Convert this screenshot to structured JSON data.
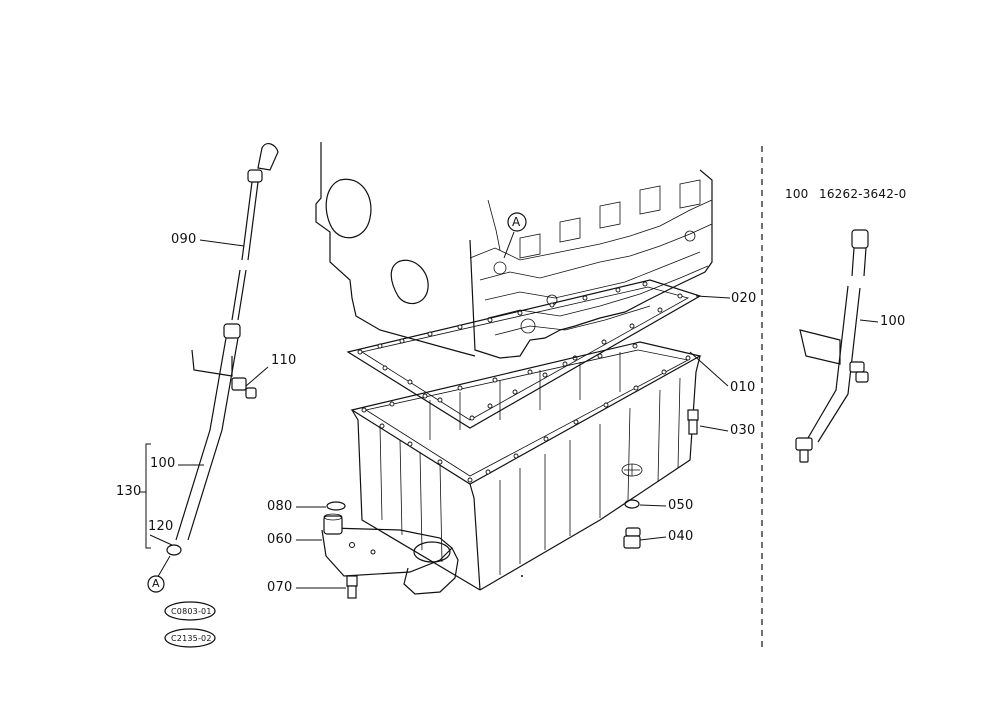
{
  "labels": {
    "p010": "010",
    "p020": "020",
    "p030": "030",
    "p040": "040",
    "p050": "050",
    "p060": "060",
    "p070": "070",
    "p080": "080",
    "p090": "090",
    "p100_left": "100",
    "p100_right": "100",
    "p110": "110",
    "p120": "120",
    "p130": "130",
    "ref_a_upper": "A",
    "ref_a_lower": "A"
  },
  "variant_note": {
    "item": "100",
    "part_number": "16262-3642-0"
  },
  "stamps": {
    "code_1": "C0803-01",
    "code_2": "C2135-02"
  }
}
